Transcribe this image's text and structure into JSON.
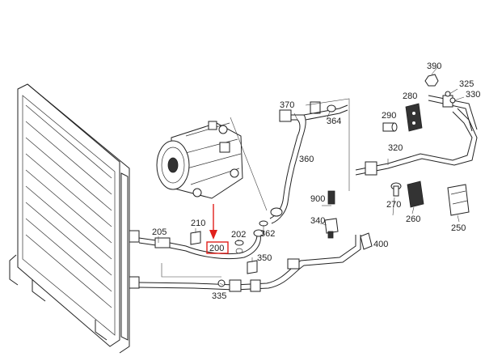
{
  "callouts": {
    "p200": "200",
    "p202": "202",
    "p205": "205",
    "p210": "210",
    "p250": "250",
    "p260": "260",
    "p270": "270",
    "p280": "280",
    "p290": "290",
    "p320": "320",
    "p325": "325",
    "p330": "330",
    "p335": "335",
    "p340": "340",
    "p350": "350",
    "p360": "360",
    "p362": "362",
    "p364": "364",
    "p370": "370",
    "p390": "390",
    "p400": "400",
    "p900": "900"
  },
  "colors": {
    "highlight": "#e0201b",
    "ink": "#222222"
  }
}
